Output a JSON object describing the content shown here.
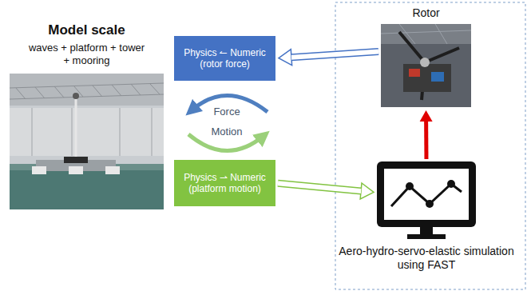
{
  "diagram": {
    "nodes": [
      {
        "text": [
          "Model scale",
          "waves + platform + tower + mooring"
        ]
      },
      {
        "text": [
          "Physics ↼ Numeric (rotor force)"
        ]
      },
      {
        "text": [
          "Physics ⇀ Numeric (platform motion)"
        ]
      },
      {
        "text": [
          "Rotor"
        ]
      },
      {
        "text": [
          "Aero-hydro-servo-elastic simulation using FAST"
        ]
      }
    ],
    "edges": [
      {
        "from": 3,
        "to": 1,
        "arrow": "to"
      },
      {
        "from": 2,
        "to": 4,
        "arrow": "to"
      },
      {
        "from": 4,
        "to": 3,
        "arrow": "to"
      }
    ],
    "labels": [
      "Force",
      "Motion"
    ]
  }
}
